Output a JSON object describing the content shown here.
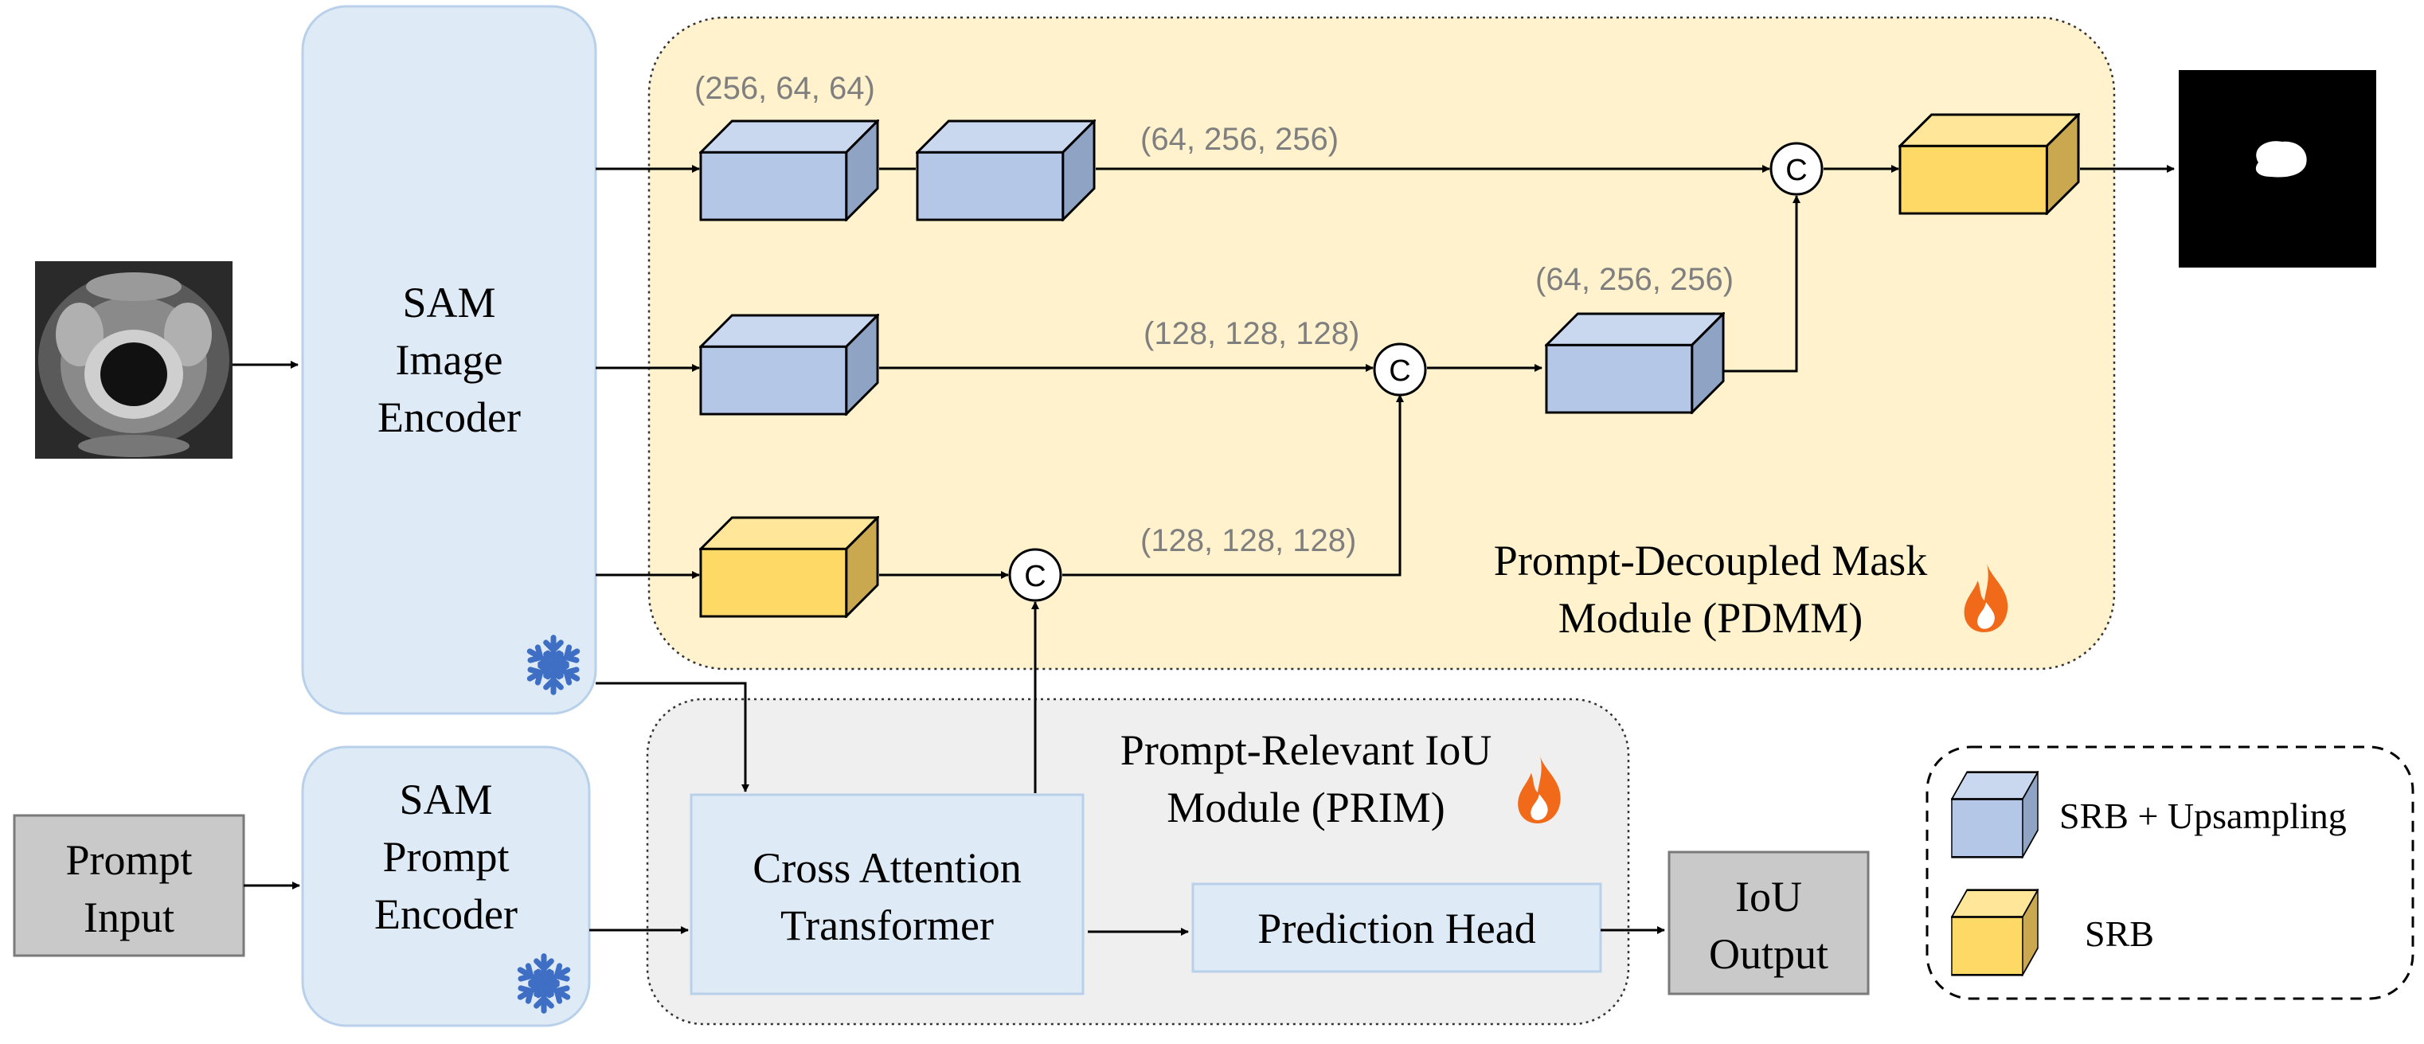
{
  "encoders": {
    "image_encoder": {
      "line1": "SAM",
      "line2": "Image",
      "line3": "Encoder"
    },
    "prompt_encoder": {
      "line1": "SAM",
      "line2": "Prompt",
      "line3": "Encoder"
    },
    "frozen_icon": "snowflake-icon"
  },
  "prompt_input": {
    "line1": "Prompt",
    "line2": "Input"
  },
  "iou_output": {
    "line1": "IoU",
    "line2": "Output"
  },
  "pdmm": {
    "line1": "Prompt-Decoupled Mask",
    "line2": "Module (PDMM)",
    "trainable_icon": "flame-icon"
  },
  "prim": {
    "line1": "Prompt-Relevant IoU",
    "line2": "Module (PRIM)",
    "trainable_icon": "flame-icon"
  },
  "cross_attention": {
    "line1": "Cross Attention",
    "line2": "Transformer"
  },
  "prediction_head": {
    "label": "Prediction Head"
  },
  "concat_symbol": "C",
  "dims": {
    "top_first": "(256, 64, 64)",
    "top_second": "(64, 256, 256)",
    "middle": "(128, 128, 128)",
    "middle_right": "(64, 256, 256)",
    "bottom": "(128, 128, 128)"
  },
  "legend": {
    "srb_upsampling": "SRB + Upsampling",
    "srb": "SRB"
  },
  "colors": {
    "blue_block_front": "#b4c7e7",
    "blue_block_top": "#c9d7ef",
    "blue_block_side": "#8fa3c4",
    "yellow_block_front": "#ffd966",
    "yellow_block_top": "#ffe699",
    "yellow_block_side": "#c9a84f",
    "encoder_fill": "#deebf7",
    "pdmm_fill": "#fff2cc",
    "prim_fill": "#efefef",
    "gray_box": "#c9c9c9",
    "flame": "#f06a1a",
    "snowflake": "#3e6fc4"
  }
}
